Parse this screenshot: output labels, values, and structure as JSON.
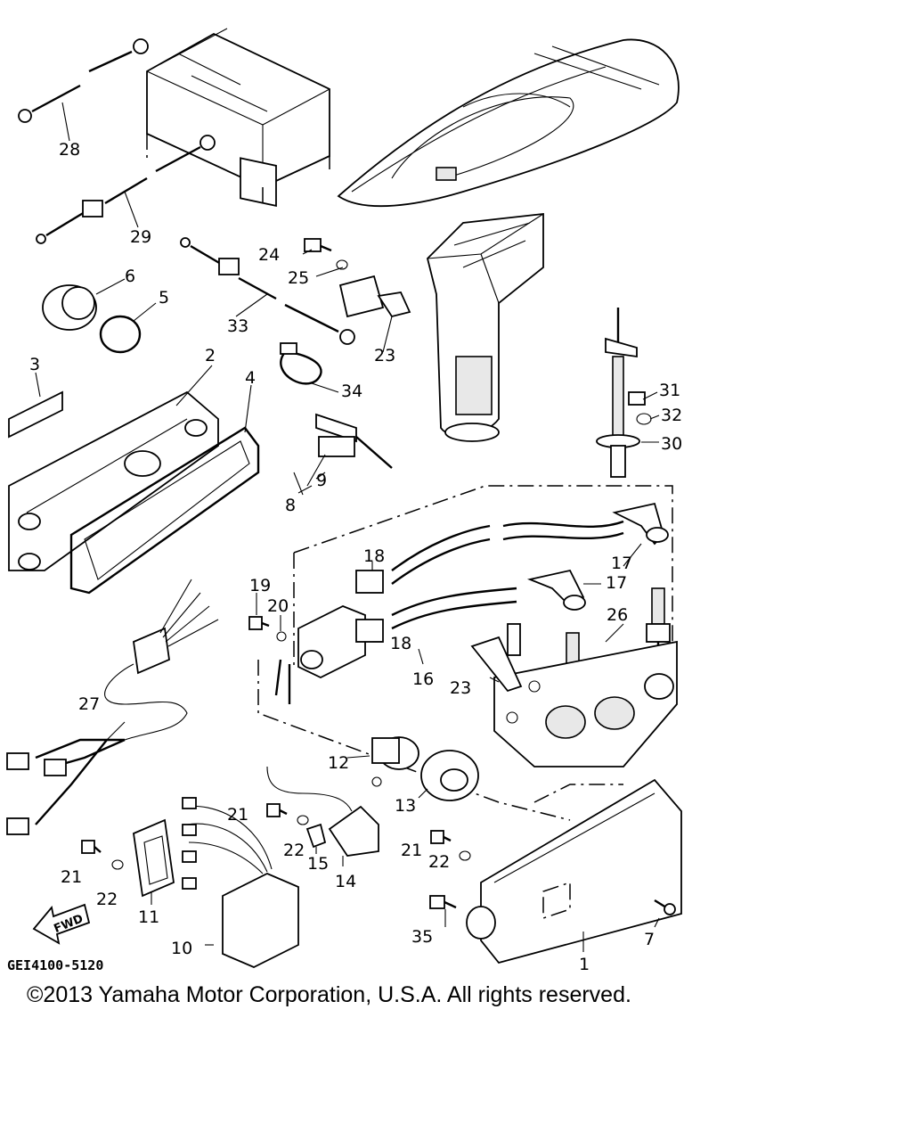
{
  "diagram": {
    "code": "GEI4100-5120",
    "direction_label": "FWD",
    "callouts": [
      "1",
      "2",
      "3",
      "4",
      "5",
      "6",
      "7",
      "8",
      "9",
      "10",
      "11",
      "12",
      "13",
      "14",
      "15",
      "16",
      "17",
      "17",
      "18",
      "18",
      "19",
      "20",
      "21",
      "21",
      "21",
      "22",
      "22",
      "22",
      "23",
      "23",
      "24",
      "25",
      "26",
      "27",
      "28",
      "29",
      "30",
      "31",
      "32",
      "33",
      "34",
      "35"
    ]
  },
  "footer": {
    "copyright": "©2013 Yamaha Motor Corporation, U.S.A. All rights reserved."
  }
}
